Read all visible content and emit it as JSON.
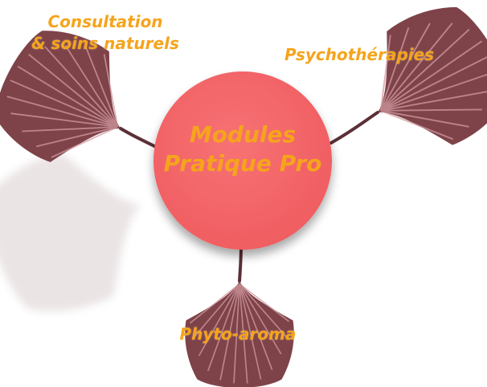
{
  "hub": {
    "line1": "Modules",
    "line2": "Pratique Pro"
  },
  "branches": [
    {
      "id": "consultation",
      "line1": "Consultation",
      "line2": "& soins naturels"
    },
    {
      "id": "psychotherapies",
      "label": "Psychothérapies"
    },
    {
      "id": "phyto",
      "label": "Phyto-aroma"
    }
  ],
  "colors": {
    "hub_fill": "#f36466",
    "leaf_fill": "#7e4349",
    "leaf_vein": "#d29aa0",
    "label_text": "#f5a41c",
    "stem": "#5a3036"
  },
  "icons": {
    "leaf_shape": "ginkgo-leaf-icon"
  }
}
